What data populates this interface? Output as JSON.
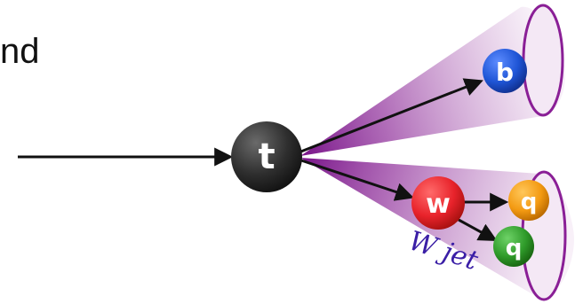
{
  "fragment_text": "nd",
  "particles": {
    "top": "t",
    "b_quark": "b",
    "w_boson": "w",
    "quark_upper": "q",
    "quark_lower": "q"
  },
  "jet_label": "W jet",
  "colors": {
    "cone_purple": "#8a1f96",
    "cone_fill_light": "#e9d3ea",
    "top_quark": "#2e2e2e",
    "b_quark": "#1f55d6",
    "w_boson": "#e8232b",
    "quark_upper": "#f39a12",
    "quark_lower": "#2f9b2a",
    "jet_label": "#3a1ea6",
    "arrow": "#111111"
  }
}
